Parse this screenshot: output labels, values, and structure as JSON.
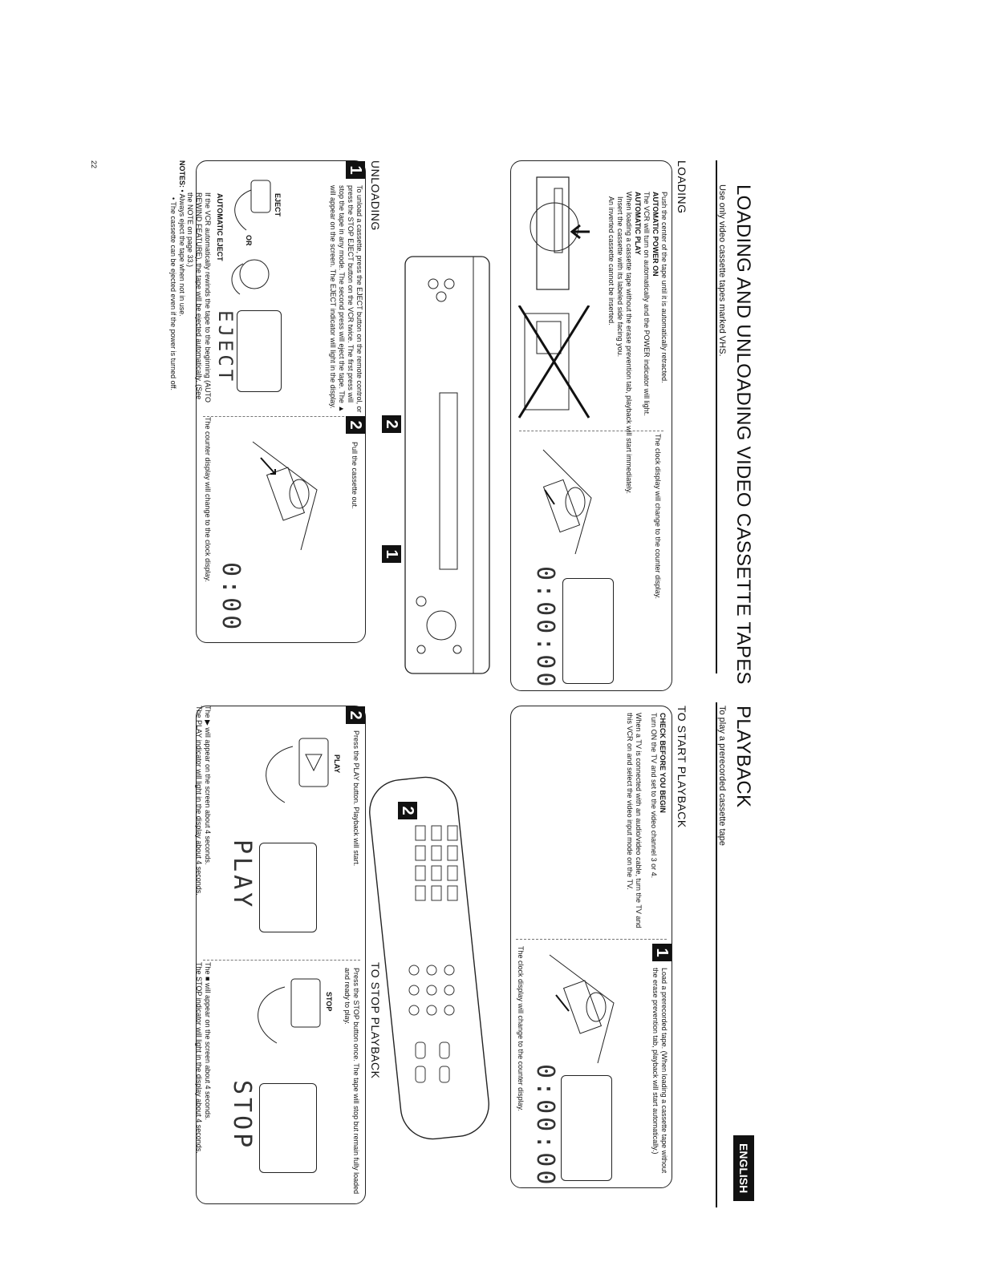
{
  "left_page": {
    "title": "LOADING AND UNLOADING VIDEO CASSETTE TAPES",
    "subtitle": "Use only video cassette tapes marked VHS.",
    "loading": {
      "heading": "LOADING",
      "lines": [
        "Push the center of the tape until it is automatically retracted.",
        "AUTOMATIC POWER ON",
        "The VCR will turn on automatically and the POWER indicator will light.",
        "AUTOMATIC PLAY",
        "When loading a cassette tape without the erase prevention tab, playback will start immediately.",
        "Insert the cassette with its labeled side facing you.",
        "An inverted cassette cannot be inserted."
      ],
      "caption": "The clock display will change to the counter display.",
      "display": "0:00:00"
    },
    "unloading": {
      "heading": "UNLOADING",
      "step1_num": "1",
      "step1_text": "To unload a cassette, press the EJECT button on the remote control, or press the STOP EJECT button on the VCR twice. The first press will stop the tape in any mode. The second press will eject the tape. The ▲ will appear on the screen. The EJECT indicator will light in the display.",
      "eject_label": "EJECT",
      "or_label": "OR",
      "display_eject": "EJECT",
      "auto_eject_title": "AUTOMATIC EJECT",
      "auto_eject_text": "If the VCR automatically rewinds the tape to the beginning (AUTO REWIND FEATURE), the tape will be ejected automatically. (See the NOTE on page 33.)",
      "step2_num": "2",
      "step2_text": "Pull the cassette out.",
      "step2_caption": "The counter display will change to the clock display.",
      "display_clock": "0:00"
    },
    "notes_label": "NOTES:",
    "notes": [
      "• Always eject the tape when not in use.",
      "• The cassette can be ejected even if the power is turned off."
    ],
    "page_number": "22",
    "illus_step_markers": [
      "2",
      "1"
    ]
  },
  "right_page": {
    "title": "PLAYBACK",
    "subtitle": "To play a prerecorded cassette tape",
    "start": {
      "heading": "TO START PLAYBACK",
      "check_title": "CHECK BEFORE YOU BEGIN",
      "check_text": "Turn ON the TV and set to the video channel 3 or 4.",
      "av_text": "When a TV is connected with an audio/video cable, turn the TV and this VCR on and select the video input mode on the TV.",
      "step1_num": "1",
      "step1_text": "Load a prerecorded tape. (When loading a cassette tape without the erase prevention tab, playback will start automatically.)",
      "step1_caption": "The clock display will change to the counter display.",
      "display": "0:00:00"
    },
    "play": {
      "step2_num": "2",
      "text": "Press the PLAY button. Playback will start.",
      "button_label": "PLAY",
      "display": "PLAY",
      "caption1": "The ▶ will appear on the screen about 4 seconds.",
      "caption2": "The PLAY indicator will light in the display about 4 seconds."
    },
    "stop": {
      "heading": "TO STOP PLAYBACK",
      "text": "Press the STOP button once. The tape will stop but remain fully loaded and ready to play.",
      "button_label": "STOP",
      "display": "STOP",
      "caption1": "The ■ will appear on the screen about 4 seconds.",
      "caption2": "The STOP indicator will light in the display about 4 seconds."
    },
    "remote_marker": "2",
    "language_tab": "ENGLISH"
  }
}
